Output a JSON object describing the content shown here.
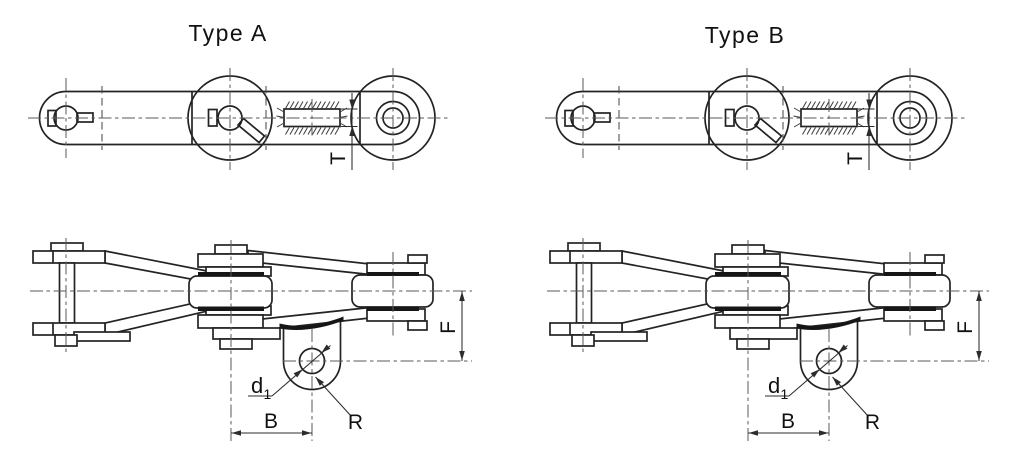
{
  "page": {
    "background": "#ffffff",
    "line_color": "#232323",
    "centerline_color": "#5a5a5a",
    "weld_fill_color": "#161616"
  },
  "figures": [
    {
      "id": "type-a",
      "title": "Type A",
      "dimensions": {
        "plate_thickness": "T",
        "attachment_height": "F",
        "hole_diameter": "d",
        "hole_diameter_subscript": "1",
        "hole_offset": "B",
        "lug_radius": "R"
      }
    },
    {
      "id": "type-b",
      "title": "Type B",
      "dimensions": {
        "plate_thickness": "T",
        "attachment_height": "F",
        "hole_diameter": "d",
        "hole_diameter_subscript": "1",
        "hole_offset": "B",
        "lug_radius": "R"
      }
    }
  ]
}
